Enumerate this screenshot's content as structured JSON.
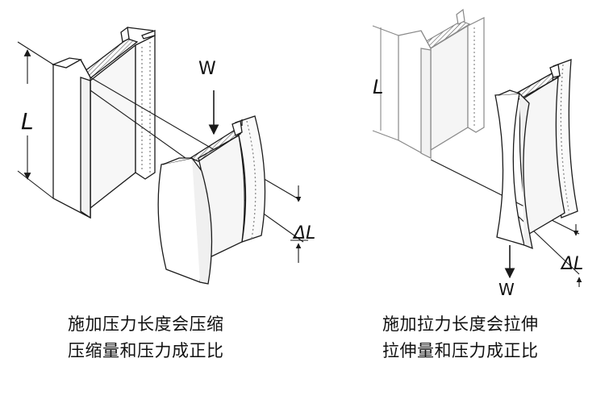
{
  "left_panel": {
    "length_label": "L",
    "force_label": "W",
    "delta_label": "ΔL",
    "caption_line1": "施加压力长度会压缩",
    "caption_line2": "压缩量和压力成正比"
  },
  "right_panel": {
    "length_label": "L",
    "force_label": "W",
    "delta_label": "ΔL",
    "caption_line1": "施加拉力长度会拉伸",
    "caption_line2": "拉伸量和压力成正比"
  },
  "colors": {
    "stroke_main": "#1a1a1a",
    "stroke_light": "#7a7a7a",
    "face_fill": "#ffffff",
    "shade_fill": "#ececec",
    "hatch": "#555555"
  }
}
